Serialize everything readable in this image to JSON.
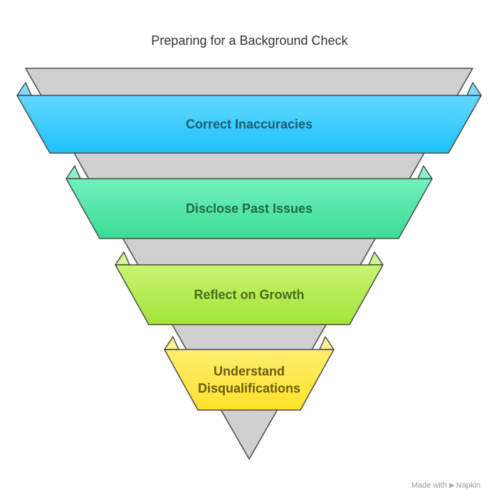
{
  "title": "Preparing for a Background Check",
  "stages": [
    {
      "label_lines": [
        "Correct Inaccuracies"
      ],
      "fill_top": "#62d8ff",
      "fill_bottom": "#1ec2fb",
      "side": "#7fdcff",
      "text_color": "#1f5a72"
    },
    {
      "label_lines": [
        "Disclose Past Issues"
      ],
      "fill_top": "#72f0bb",
      "fill_bottom": "#3bdc96",
      "side": "#8af3c5",
      "text_color": "#24674a"
    },
    {
      "label_lines": [
        "Reflect on Growth"
      ],
      "fill_top": "#c8f570",
      "fill_bottom": "#a3e33a",
      "side": "#d2f78a",
      "text_color": "#4c6b1c"
    },
    {
      "label_lines": [
        "Understand",
        "Disqualifications"
      ],
      "fill_top": "#ffee70",
      "fill_bottom": "#ffe12a",
      "side": "#fff08a",
      "text_color": "#6b5e14"
    }
  ],
  "back_color": "#cfcfcf",
  "footer": {
    "made_with": "Made with",
    "brand": "Napkin"
  }
}
